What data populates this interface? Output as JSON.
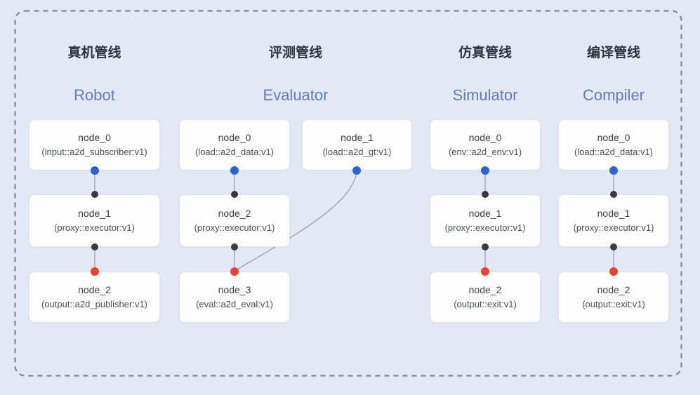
{
  "pipelines": [
    {
      "id": "robot",
      "title_zh": "真机管线",
      "title_en": "Robot",
      "nodes": [
        {
          "name": "node_0",
          "type": "(input::a2d_subscriber:v1)"
        },
        {
          "name": "node_1",
          "type": "(proxy::executor:v1)"
        },
        {
          "name": "node_2",
          "type": "(output::a2d_publisher:v1)"
        }
      ]
    },
    {
      "id": "evaluator",
      "title_zh": "评测管线",
      "title_en": "Evaluator",
      "nodes": [
        {
          "name": "node_0",
          "type": "(load::a2d_data:v1)"
        },
        {
          "name": "node_1",
          "type": "(load::a2d_gt:v1)"
        },
        {
          "name": "node_2",
          "type": "(proxy::executor:v1)"
        },
        {
          "name": "node_3",
          "type": "(eval::a2d_eval:v1)"
        }
      ]
    },
    {
      "id": "simulator",
      "title_zh": "仿真管线",
      "title_en": "Simulator",
      "nodes": [
        {
          "name": "node_0",
          "type": "(env::a2d_env:v1)"
        },
        {
          "name": "node_1",
          "type": "(proxy::executor:v1)"
        },
        {
          "name": "node_2",
          "type": "(output::exit:v1)"
        }
      ]
    },
    {
      "id": "compiler",
      "title_zh": "编译管线",
      "title_en": "Compiler",
      "nodes": [
        {
          "name": "node_0",
          "type": "(load::a2d_data:v1)"
        },
        {
          "name": "node_1",
          "type": "(proxy::executor:v1)"
        },
        {
          "name": "node_2",
          "type": "(output::exit:v1)"
        }
      ]
    }
  ],
  "colors": {
    "background": "#e3e8f5",
    "border_dash": "#82878f",
    "connector": "#9aa1ad",
    "port_input": "#2b62d6",
    "port_mid": "#3b3b3d",
    "port_output": "#e9412b",
    "title_accent": "#5d7cc1"
  }
}
